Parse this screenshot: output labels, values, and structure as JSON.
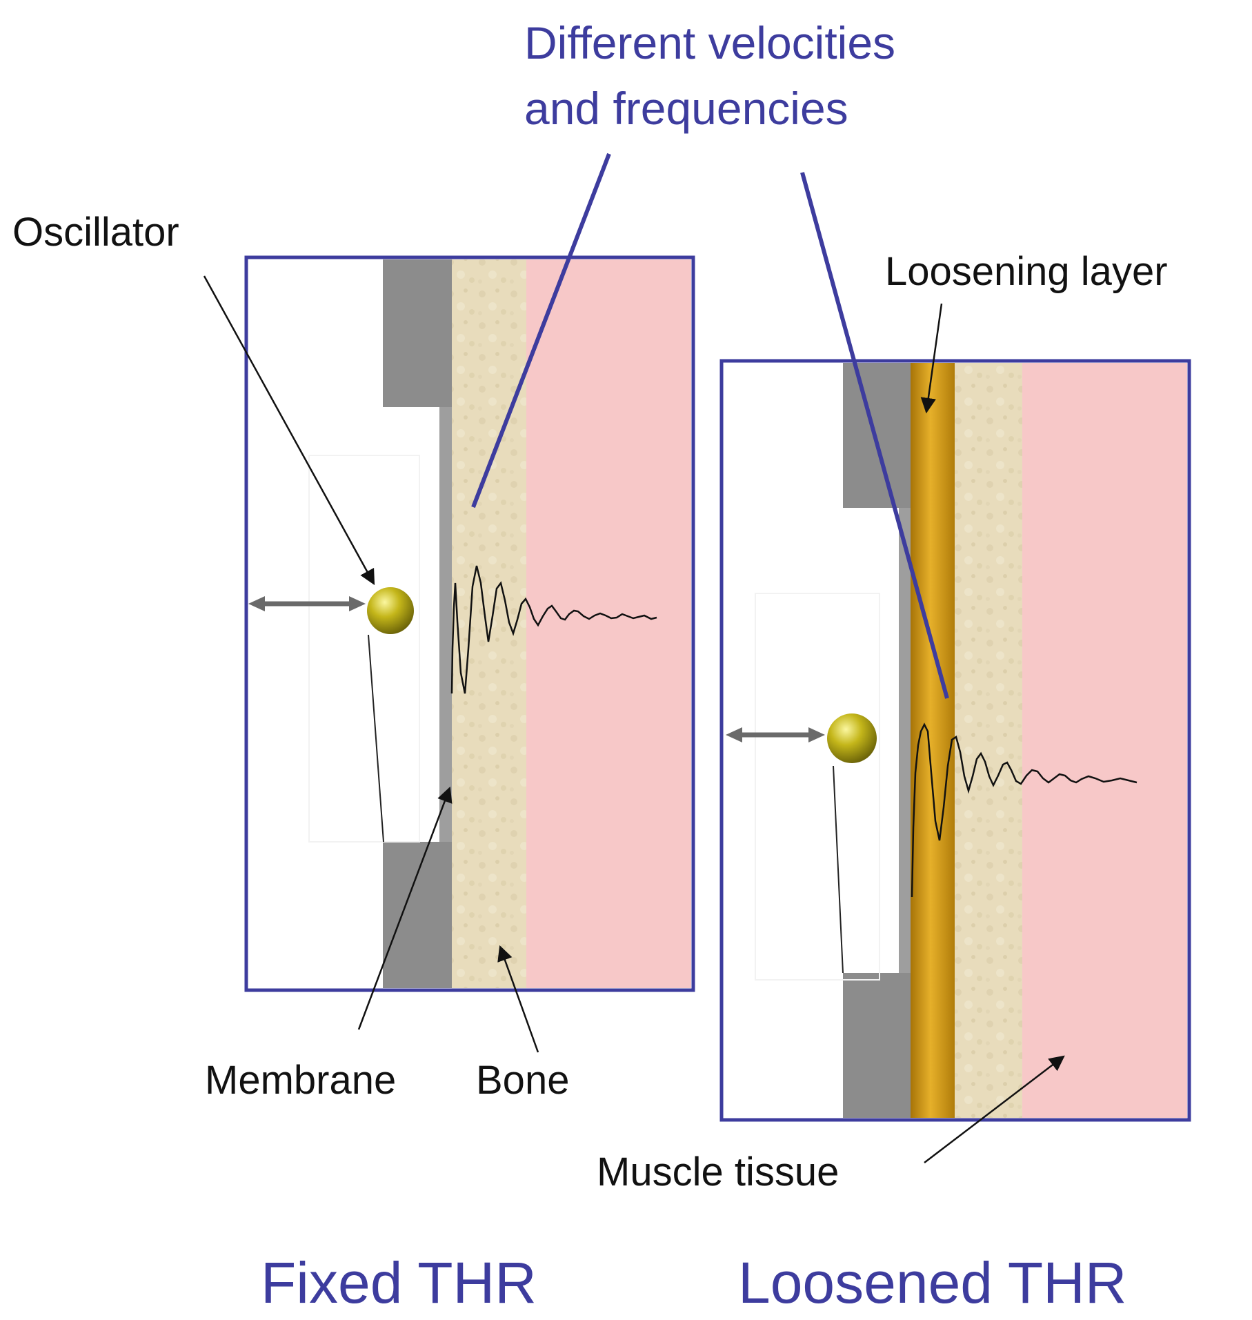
{
  "diagram": {
    "title_lines": [
      "Different velocities",
      "and frequencies"
    ],
    "labels": {
      "oscillator": "Oscillator",
      "membrane": "Membrane",
      "bone": "Bone",
      "loosening_layer": "Loosening layer",
      "muscle_tissue": "Muscle tissue"
    },
    "captions": {
      "fixed": "Fixed THR",
      "loosened": "Loosened THR"
    },
    "colors": {
      "frame": "#3d3c9e",
      "prosthesis": "#8c8c8c",
      "bone": "#e8dcbc",
      "muscle": "#f7c8c8",
      "loosening_layer": "#d19a12",
      "oscillator": "#b2a516",
      "label_text": "#111111",
      "caption_text": "#3d3c9e"
    }
  }
}
